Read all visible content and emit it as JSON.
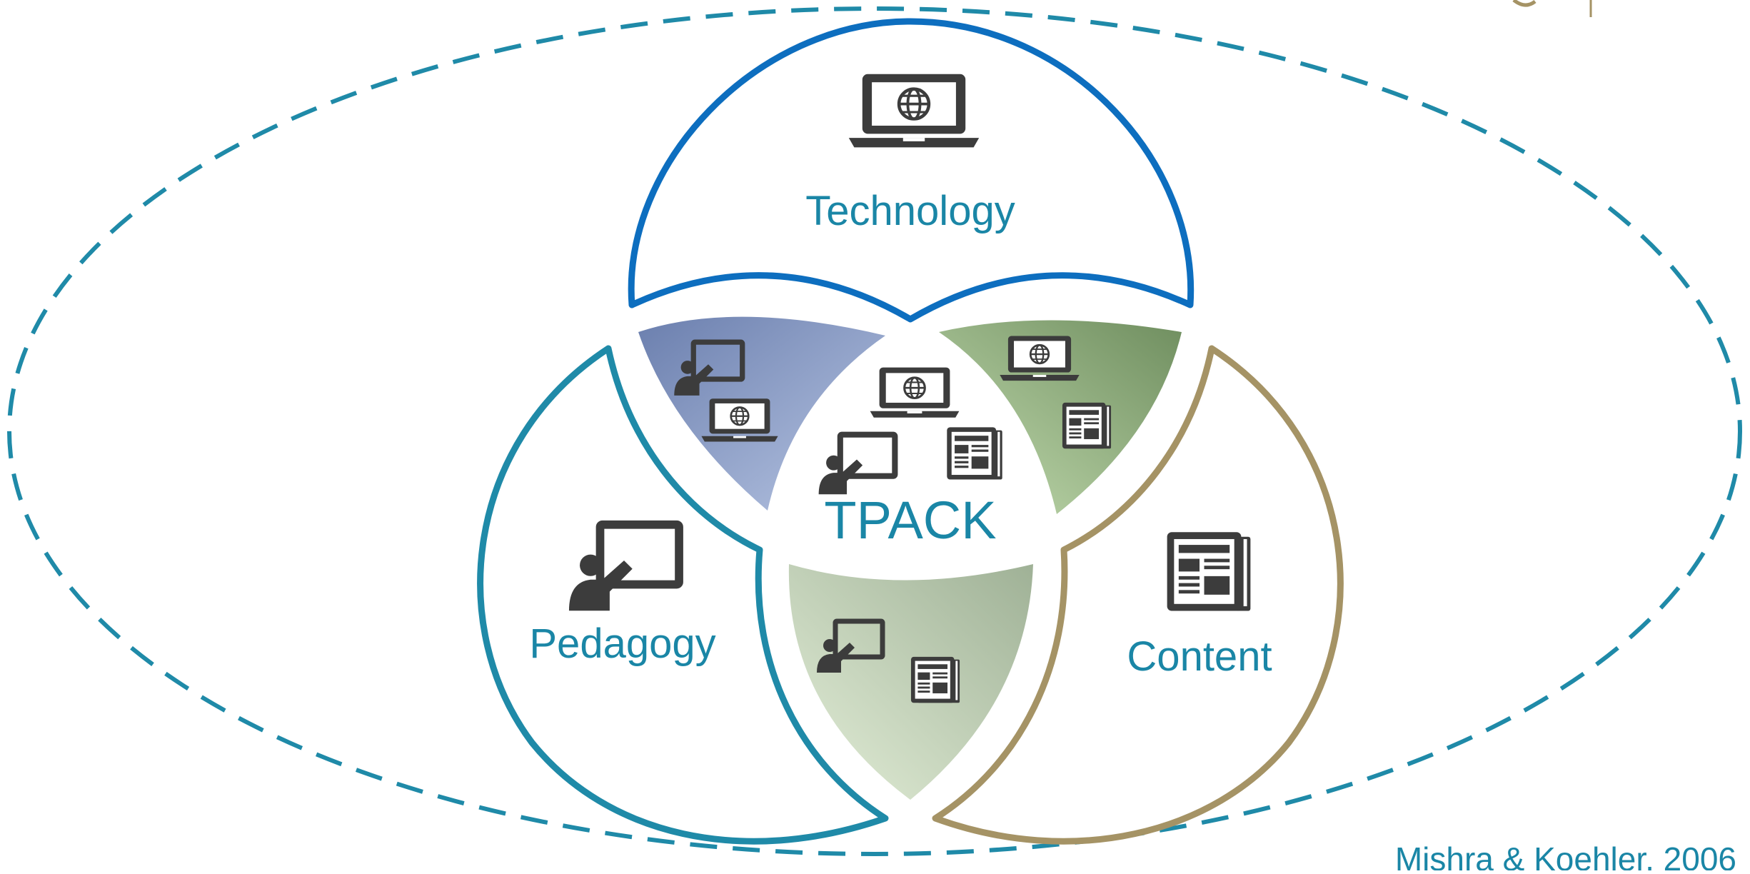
{
  "labels": {
    "technology": "Technology",
    "pedagogy": "Pedagogy",
    "content": "Content",
    "center": "TPACK"
  },
  "citation": "Mishra & Koehler, 2006",
  "icons": {
    "technology": "laptop-globe-icon",
    "pedagogy": "teacher-board-icon",
    "content": "newspaper-icon"
  },
  "colors": {
    "technology_ring": "#0d6ebf",
    "pedagogy_ring": "#1f8aa8",
    "content_ring": "#a59365",
    "context_ellipse": "#1f8aa8",
    "label_text": "#1a86a6",
    "icon": "#3c3c3c",
    "tp_fill": "#8a9cc5",
    "tc_fill": "#8aac78",
    "pc_fill": "#c7d8bb"
  }
}
